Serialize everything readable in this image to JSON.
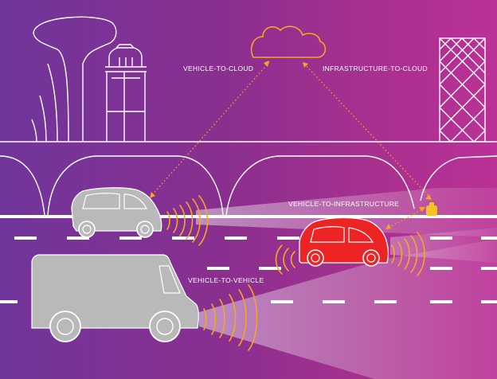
{
  "labels": {
    "vehicle_to_cloud": "VEHICLE-TO-CLOUD",
    "infrastructure_to_cloud": "INFRASTRUCTURE-TO-CLOUD",
    "vehicle_to_infrastructure": "VEHICLE-TO-INFRASTRUCTURE",
    "vehicle_to_vehicle": "VEHICLE-TO-VEHICLE"
  },
  "colors": {
    "background_left": "#70359b",
    "background_right": "#bb3196",
    "outline": "#ffffff",
    "signal": "#f5a623",
    "cloud": "#f5a623",
    "gray_vehicle": "#b9b9b9",
    "red_car": "#ee2424",
    "beacon": "#f7c12a"
  },
  "icons": [
    "cloud-icon",
    "tower-icon",
    "water-tower-icon",
    "lattice-building-icon",
    "tunnel-arch-icon",
    "car-icon",
    "van-icon",
    "beacon-icon",
    "signal-waves-icon"
  ]
}
